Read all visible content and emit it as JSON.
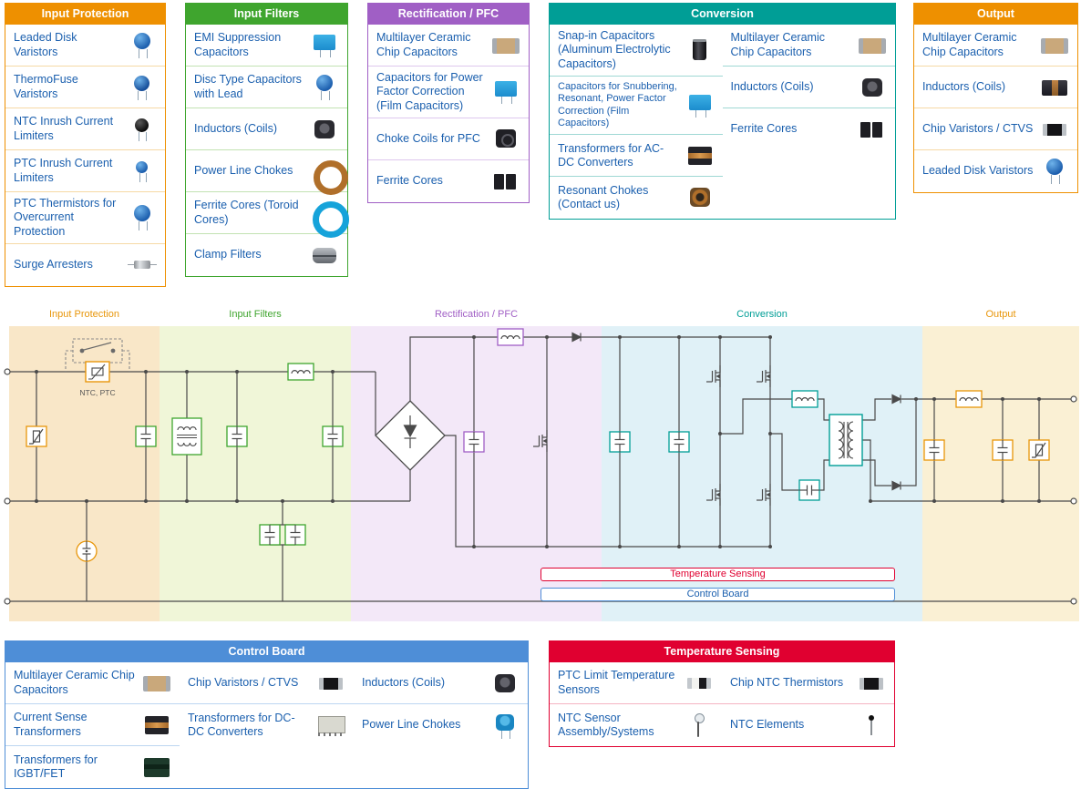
{
  "colors": {
    "input_protection": "#EE9000",
    "input_filters": "#3FA52E",
    "rectification_pfc": "#A05FC5",
    "conversion": "#009E96",
    "output": "#EE9000",
    "control_board": "#4E8ED7",
    "temperature_sensing": "#E00030",
    "item_text": "#1A5FAE"
  },
  "top_panels": [
    {
      "title": "Input Protection",
      "items": [
        {
          "label": "Leaded Disk Varistors",
          "icon": "disc-blue"
        },
        {
          "label": "ThermoFuse Varistors",
          "icon": "thermofuse"
        },
        {
          "label": "NTC Inrush Current Limiters",
          "icon": "disc-black"
        },
        {
          "label": "PTC Inrush Current Limiters",
          "icon": "disc-blue-small"
        },
        {
          "label": "PTC Thermistors for Overcurrent Protection",
          "icon": "disc-blue"
        },
        {
          "label": "Surge Arresters",
          "icon": "cylinder-metal"
        }
      ]
    },
    {
      "title": "Input Filters",
      "items": [
        {
          "label": "EMI Suppression Capacitors",
          "icon": "box-blue"
        },
        {
          "label": "Disc Type Capacitors with Lead",
          "icon": "disc-blue"
        },
        {
          "label": "Inductors (Coils)",
          "icon": "smd-coil"
        },
        {
          "label": "Power Line Chokes",
          "icon": "toroid-copper"
        },
        {
          "label": "Ferrite Cores (Toroid Cores)",
          "icon": "toroid-blue"
        },
        {
          "label": "Clamp Filters",
          "icon": "clamp-gray"
        }
      ]
    },
    {
      "title": "Rectification / PFC",
      "items": [
        {
          "label": "Multilayer Ceramic Chip Capacitors",
          "icon": "mlcc-chip"
        },
        {
          "label": "Capacitors for Power Factor Correction (Film Capacitors)",
          "icon": "box-blue"
        },
        {
          "label": "Choke Coils for PFC",
          "icon": "choke-black"
        },
        {
          "label": "Ferrite Cores",
          "icon": "cores-black"
        }
      ]
    },
    {
      "title": "Conversion",
      "col1": [
        {
          "label": "Snap-in Capacitors (Aluminum Electrolytic Capacitors)",
          "icon": "cyl-black"
        },
        {
          "label": "Capacitors for Snubbering, Resonant, Power Factor Correction (Film Capacitors)",
          "icon": "box-blue"
        },
        {
          "label": "Transformers for AC-DC Converters",
          "icon": "xfmr-black"
        },
        {
          "label": "Resonant Chokes (Contact us)",
          "icon": "choke-copper"
        }
      ],
      "col2": [
        {
          "label": "Multilayer Ceramic Chip Capacitors",
          "icon": "mlcc-chip"
        },
        {
          "label": "Inductors (Coils)",
          "icon": "smd-coil"
        },
        {
          "label": "Ferrite Cores",
          "icon": "cores-black"
        }
      ]
    },
    {
      "title": "Output",
      "items": [
        {
          "label": "Multilayer Ceramic Chip Capacitors",
          "icon": "mlcc-chip"
        },
        {
          "label": "Inductors (Coils)",
          "icon": "inductor-block"
        },
        {
          "label": "Chip Varistors / CTVS",
          "icon": "chip-black"
        },
        {
          "label": "Leaded Disk Varistors",
          "icon": "disc-blue"
        }
      ]
    }
  ],
  "diagram": {
    "zone_labels": [
      "Input Protection",
      "Input Filters",
      "Rectification / PFC",
      "Conversion",
      "Output"
    ],
    "ntc_ptc_label": "NTC, PTC",
    "temperature_bar": "Temperature Sensing",
    "control_bar": "Control Board"
  },
  "bottom_panels": {
    "control_board": {
      "title": "Control Board",
      "col1": [
        {
          "label": "Multilayer Ceramic Chip Capacitors",
          "icon": "mlcc-chip"
        },
        {
          "label": "Current Sense Transformers",
          "icon": "xfmr-black"
        },
        {
          "label": "Transformers for IGBT/FET",
          "icon": "xfmr-green"
        }
      ],
      "col2": [
        {
          "label": "Chip Varistors / CTVS",
          "icon": "chip-black"
        },
        {
          "label": "Transformers for DC-DC Converters",
          "icon": "module-beige"
        }
      ],
      "col3": [
        {
          "label": "Inductors (Coils)",
          "icon": "smd-coil"
        },
        {
          "label": "Power Line Chokes",
          "icon": "drum-blue"
        }
      ]
    },
    "temperature_sensing": {
      "title": "Temperature Sensing",
      "col1": [
        {
          "label": "PTC Limit Temperature Sensors",
          "icon": "sensor-chip"
        },
        {
          "label": "NTC Sensor Assembly/Systems",
          "icon": "probe"
        }
      ],
      "col2": [
        {
          "label": "Chip NTC Thermistors",
          "icon": "chip-black"
        },
        {
          "label": "NTC Elements",
          "icon": "ntc-element"
        }
      ]
    }
  }
}
